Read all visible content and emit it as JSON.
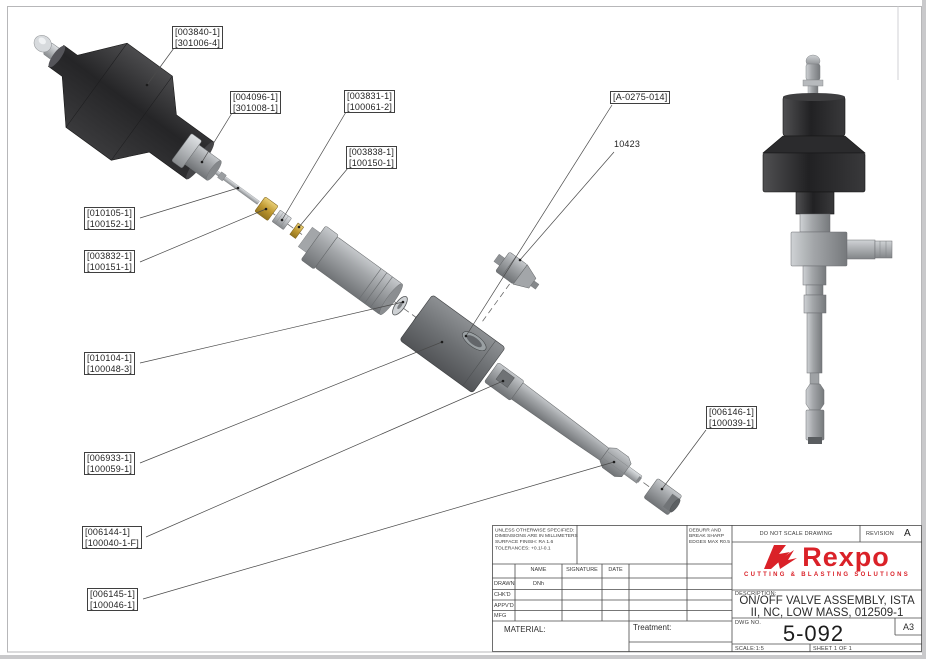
{
  "drawing_title": "ON/OFF VALVE ASSEMBLY, ISTA II, NC, LOW MASS, 012509-1",
  "brand_red": "#DA2128",
  "plabels": [
    [
      "[003840-1]",
      "[301006-4]"
    ],
    [
      "[004096-1]",
      "[301008-1]"
    ],
    [
      "[003831-1]",
      "[100061-2]"
    ],
    [
      "[003838-1]",
      "[100150-1]"
    ],
    [
      "[A-0275-014]"
    ],
    [
      "10423"
    ],
    [
      "[010105-1]",
      "[100152-1]"
    ],
    [
      "[003832-1]",
      "[100151-1]"
    ],
    [
      "[010104-1]",
      "[100048-3]"
    ],
    [
      "[006933-1]",
      "[100059-1]"
    ],
    [
      "[006144-1]",
      "[100040-1-F]"
    ],
    [
      "[006145-1]",
      "[100046-1]"
    ],
    [
      "[006146-1]",
      "[100039-1]"
    ]
  ],
  "title_block": {
    "notes": [
      "UNLESS OTHERWISE SPECIFIED:",
      "DIMENSIONS ARE IN MILLIMETERS",
      "SURFACE FINISH: RA 1.6",
      "TOLERANCES: +0.1/-0.1"
    ],
    "deburr": [
      "DEBURR AND",
      "BREAK SHARP",
      "EDGES MAX R0.5"
    ],
    "do_not_scale": "DO NOT SCALE DRAWING",
    "revision_label": "REVISION",
    "revision": "A",
    "logo_text": "Rexpo",
    "logo_tagline": "CUTTING & BLASTING SOLUTIONS",
    "table_headers": [
      "NAME",
      "SIGNATURE",
      "DATE"
    ],
    "rows": [
      {
        "label": "DRAWN",
        "name": "DNh"
      },
      {
        "label": "CHK'D",
        "name": ""
      },
      {
        "label": "APPV'D",
        "name": ""
      },
      {
        "label": "MFG",
        "name": ""
      }
    ],
    "material_label": "MATERIAL:",
    "treatment_label": "Treatment:",
    "description_label": "DESCRIPTION:",
    "description_line1": "ON/OFF VALVE ASSEMBLY, ISTA",
    "description_line2": "II, NC, LOW MASS, 012509-1",
    "dwg_no_label": "DWG NO.",
    "dwg_no": "5-092",
    "paper_size": "A3",
    "scale": "SCALE:1:5",
    "sheet": "SHEET 1 OF 1"
  }
}
